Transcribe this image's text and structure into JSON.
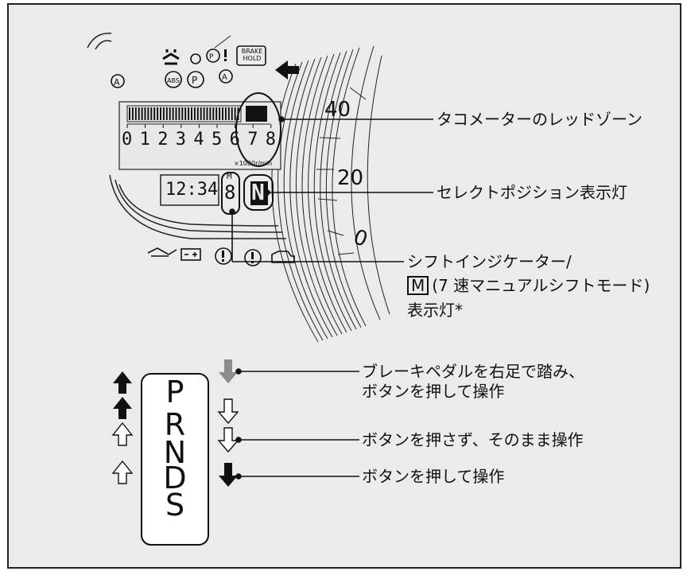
{
  "dashboard": {
    "scale_numbers": [
      "0",
      "1",
      "2",
      "3",
      "4",
      "5",
      "6",
      "7",
      "8"
    ],
    "rpm_unit": "×1000r/min",
    "clock": "12:34",
    "gear_mode_letter": "M",
    "gear_digit": "8",
    "selected_position": "N",
    "speed_labels": [
      "40",
      "20",
      "0"
    ],
    "brake_hold_text": "BRAKE\nHOLD"
  },
  "callouts": {
    "redzone": "タコメーターのレッドゾーン",
    "selector_position": "セレクトポジション表示灯",
    "shift_indicator_line1": "シフトインジケーター/",
    "shift_indicator_m_box": "M",
    "shift_indicator_line2": "(7 速マニュアルシフトモード)",
    "shift_indicator_line3": "表示灯*"
  },
  "shift": {
    "positions": [
      "P",
      "R",
      "N",
      "D",
      "S"
    ]
  },
  "legend": {
    "brake_pedal_line1": "ブレーキペダルを右足で踏み、",
    "brake_pedal_line2": "ボタンを押して操作",
    "no_button": "ボタンを押さず、そのまま操作",
    "press_button": "ボタンを押して操作"
  }
}
